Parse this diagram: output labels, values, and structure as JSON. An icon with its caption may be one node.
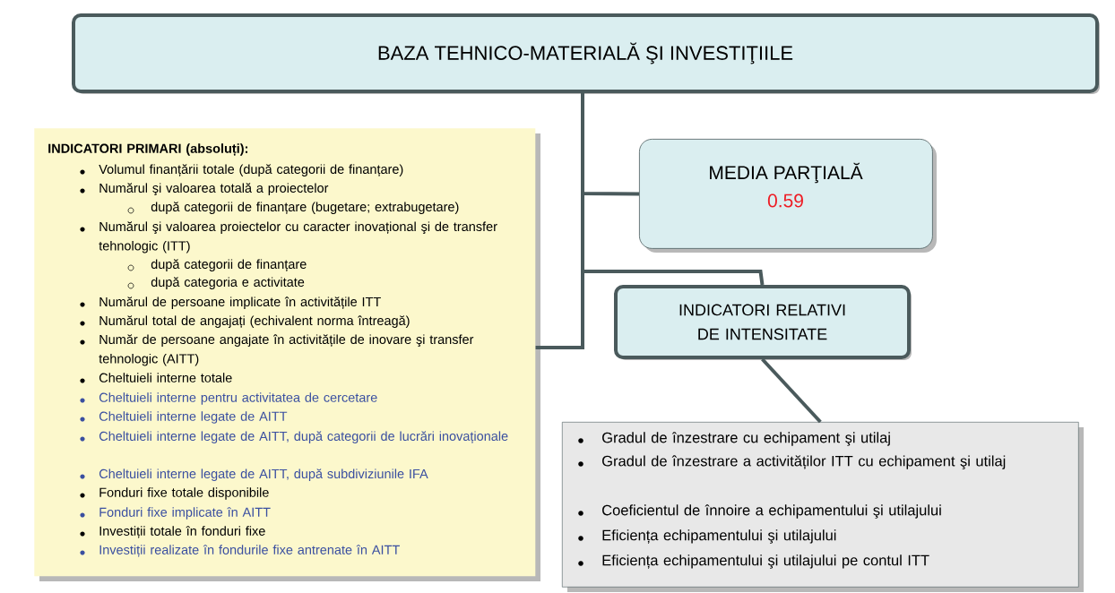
{
  "diagram": {
    "nodes": [
      {
        "text": [
          "BAZA TEHNICO-MATERIALĂ ŞI INVESTIŢIILE"
        ]
      },
      {
        "text": [
          "INDICATORI PRIMARI (absoluți):",
          "Volumul finanțării totale (după categorii de finanțare)",
          "Numărul şi valoarea totală a proiectelor",
          "după categorii de finanțare (bugetare; extrabugetare)",
          "Numărul şi valoarea proiectelor cu caracter inovațional şi de transfer tehnologic (ITT)",
          "după categorii de finanțare",
          "după categoria e activitate",
          "Numărul de persoane implicate în activitățile ITT",
          "Numărul total de angajați (echivalent norma întreagă)",
          "Număr de persoane angajate în activitățile de inovare şi transfer tehnologic (AITT)",
          "Cheltuieli interne totale",
          "Cheltuieli interne pentru activitatea de cercetare",
          "Cheltuieli interne legate de AITT",
          "Cheltuieli interne legate de AITT, după categorii de lucrări inovaționale",
          "Cheltuieli interne legate de AITT, după subdiviziunile IFA",
          "Fonduri fixe totale disponibile",
          "Fonduri fixe implicate în AITT",
          "Investiții totale în fonduri fixe",
          "Investiții realizate în fondurile fixe antrenate în AITT"
        ]
      },
      {
        "text": [
          "MEDIA PARŢIALĂ",
          "0.59"
        ]
      },
      {
        "text": [
          "INDICATORI RELATIVI DE INTENSITATE"
        ]
      },
      {
        "text": [
          "Gradul de înzestrare cu echipament şi utilaj",
          "Gradul de înzestrare a activităților ITT  cu echipament şi utilaj",
          "Coeficientul de înnoire a echipamentului şi utilajului",
          "Eficiența echipamentului şi utilajului",
          "Eficiența echipamentului şi utilajului pe contul ITT"
        ]
      }
    ],
    "edges": [
      {
        "from": 0,
        "to": 1,
        "arrow": "none"
      },
      {
        "from": 0,
        "to": 2,
        "arrow": "none"
      },
      {
        "from": 0,
        "to": 3,
        "arrow": "none"
      },
      {
        "from": 3,
        "to": 4,
        "arrow": "none"
      }
    ]
  }
}
